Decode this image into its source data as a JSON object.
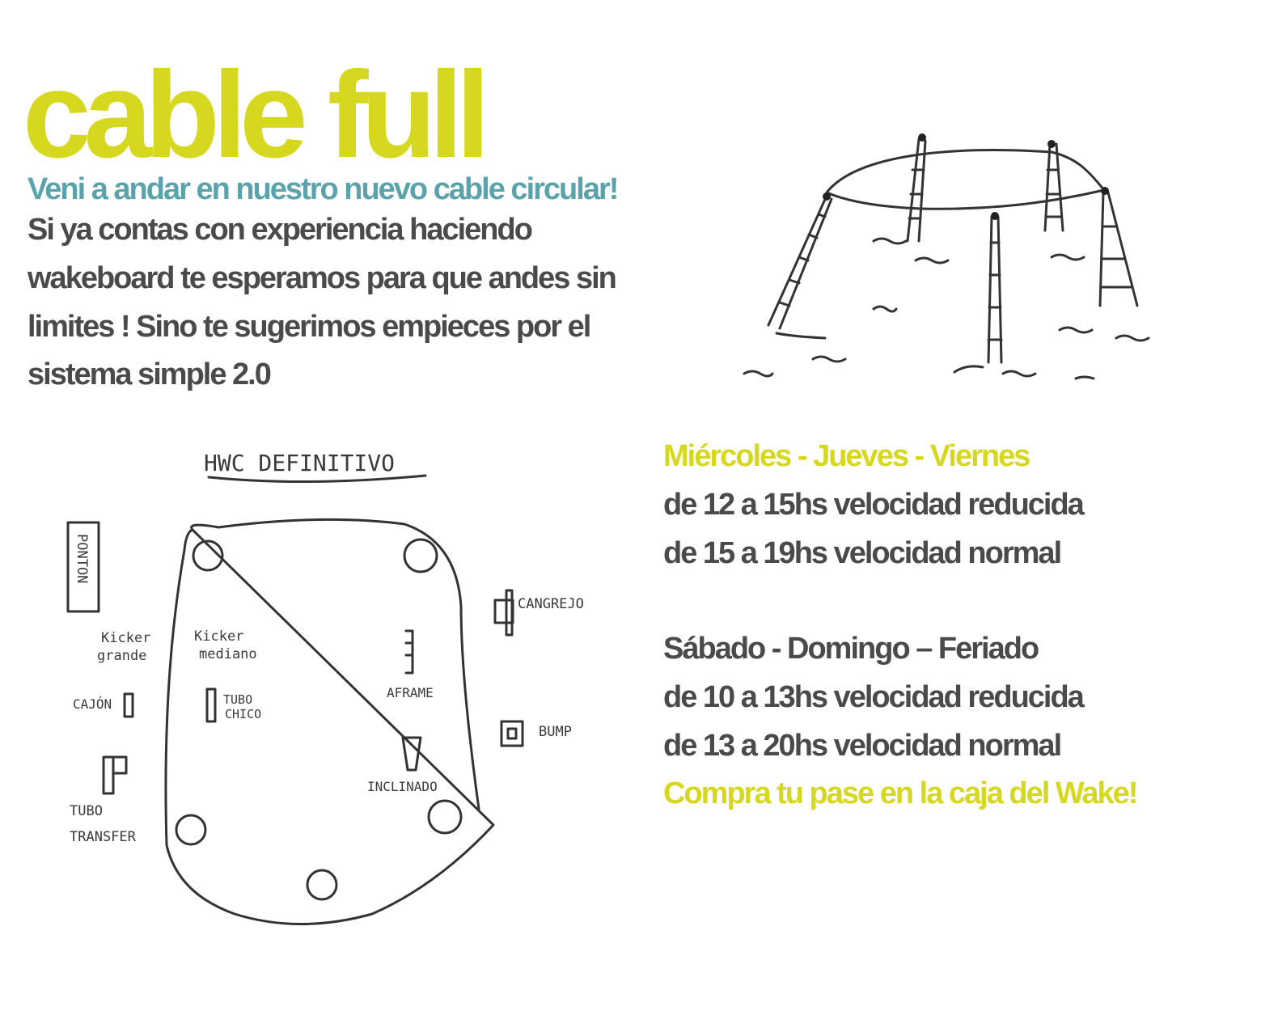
{
  "header": {
    "title": "cable full",
    "subtitle": "Veni a andar en nuestro nuevo cable circular!",
    "body_lines": [
      "Si ya contas con  experiencia haciendo",
      "wakeboard te esperamos para que andes sin",
      "limites ! Sino te sugerimos empieces por el",
      "sistema simple 2.0"
    ]
  },
  "schedule": {
    "weekday_title": "Miércoles - Jueves - Viernes",
    "weekday_lines": [
      "de 12 a 15hs velocidad reducida",
      "de 15 a  19hs velocidad normal"
    ],
    "weekend_title": "Sábado - Domingo – Feriado",
    "weekend_lines": [
      "de 10 a 13hs velocidad reducida",
      "de 13 a 20hs velocidad normal"
    ],
    "cta": "Compra tu pase en la caja del Wake!"
  },
  "map": {
    "title": "HWC DEFINITIVO",
    "labels": {
      "ponton": "PONTON",
      "kicker_grande": [
        "Kicker",
        "grande"
      ],
      "kicker_mediano": [
        "Kicker",
        "mediano"
      ],
      "cajon": "CAJÓN",
      "tubo_chico": [
        "TUBO",
        "CHICO"
      ],
      "tubo_transfer": [
        "TUBO",
        "TRANSFER"
      ],
      "aframe": "AFRAME",
      "inclinado": "INCLINADO",
      "cangrejo": "CANGREJO",
      "bump": "BUMP"
    }
  },
  "colors": {
    "lime": "#d6d81f",
    "teal": "#5aa3ab",
    "text": "#4a4a4a"
  }
}
